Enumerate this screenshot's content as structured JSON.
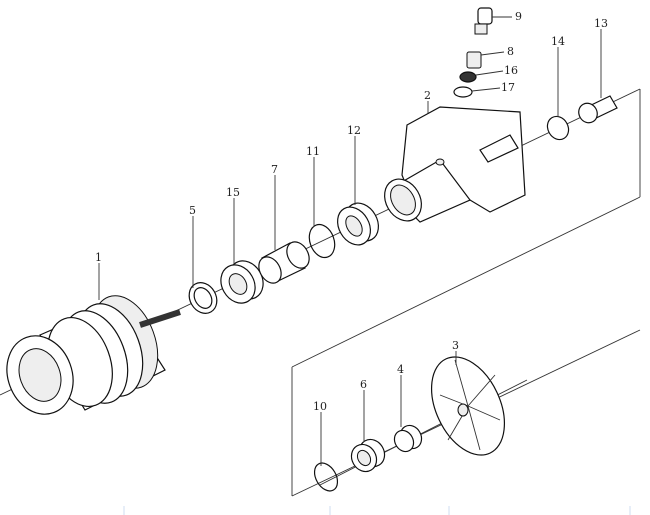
{
  "diagram": {
    "type": "exploded parts diagram",
    "labels": {
      "p1": "1",
      "p2": "2",
      "p3": "3",
      "p4": "4",
      "p5": "5",
      "p6": "6",
      "p7": "7",
      "p8": "8",
      "p9": "9",
      "p10": "10",
      "p11": "11",
      "p12": "12",
      "p13": "13",
      "p14": "14",
      "p15": "15",
      "p16": "16",
      "p17": "17"
    }
  }
}
